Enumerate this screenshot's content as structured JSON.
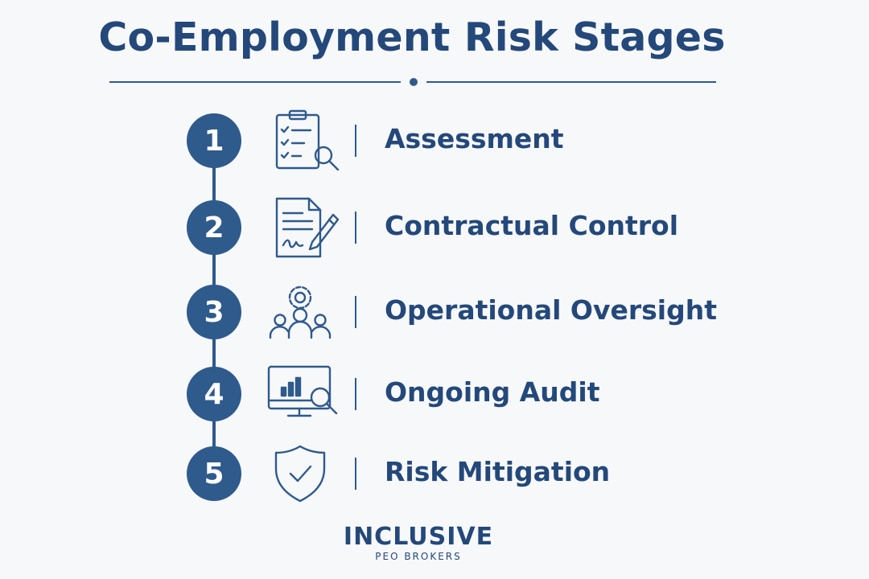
{
  "title": "Co-Employment Risk Stages",
  "colors": {
    "primary": "#2f5a8c",
    "title": "#24487a",
    "background": "#f7f8fa"
  },
  "stages": [
    {
      "number": "1",
      "label": "Assessment",
      "icon": "clipboard-search-icon"
    },
    {
      "number": "2",
      "label": "Contractual Control",
      "icon": "contract-pen-icon"
    },
    {
      "number": "3",
      "label": "Operational Oversight",
      "icon": "team-gear-icon"
    },
    {
      "number": "4",
      "label": "Ongoing Audit",
      "icon": "monitor-chart-search-icon"
    },
    {
      "number": "5",
      "label": "Risk Mitigation",
      "icon": "shield-check-icon"
    }
  ],
  "logo": {
    "name": "INCLUSIVE",
    "tagline": "PEO BROKERS"
  }
}
